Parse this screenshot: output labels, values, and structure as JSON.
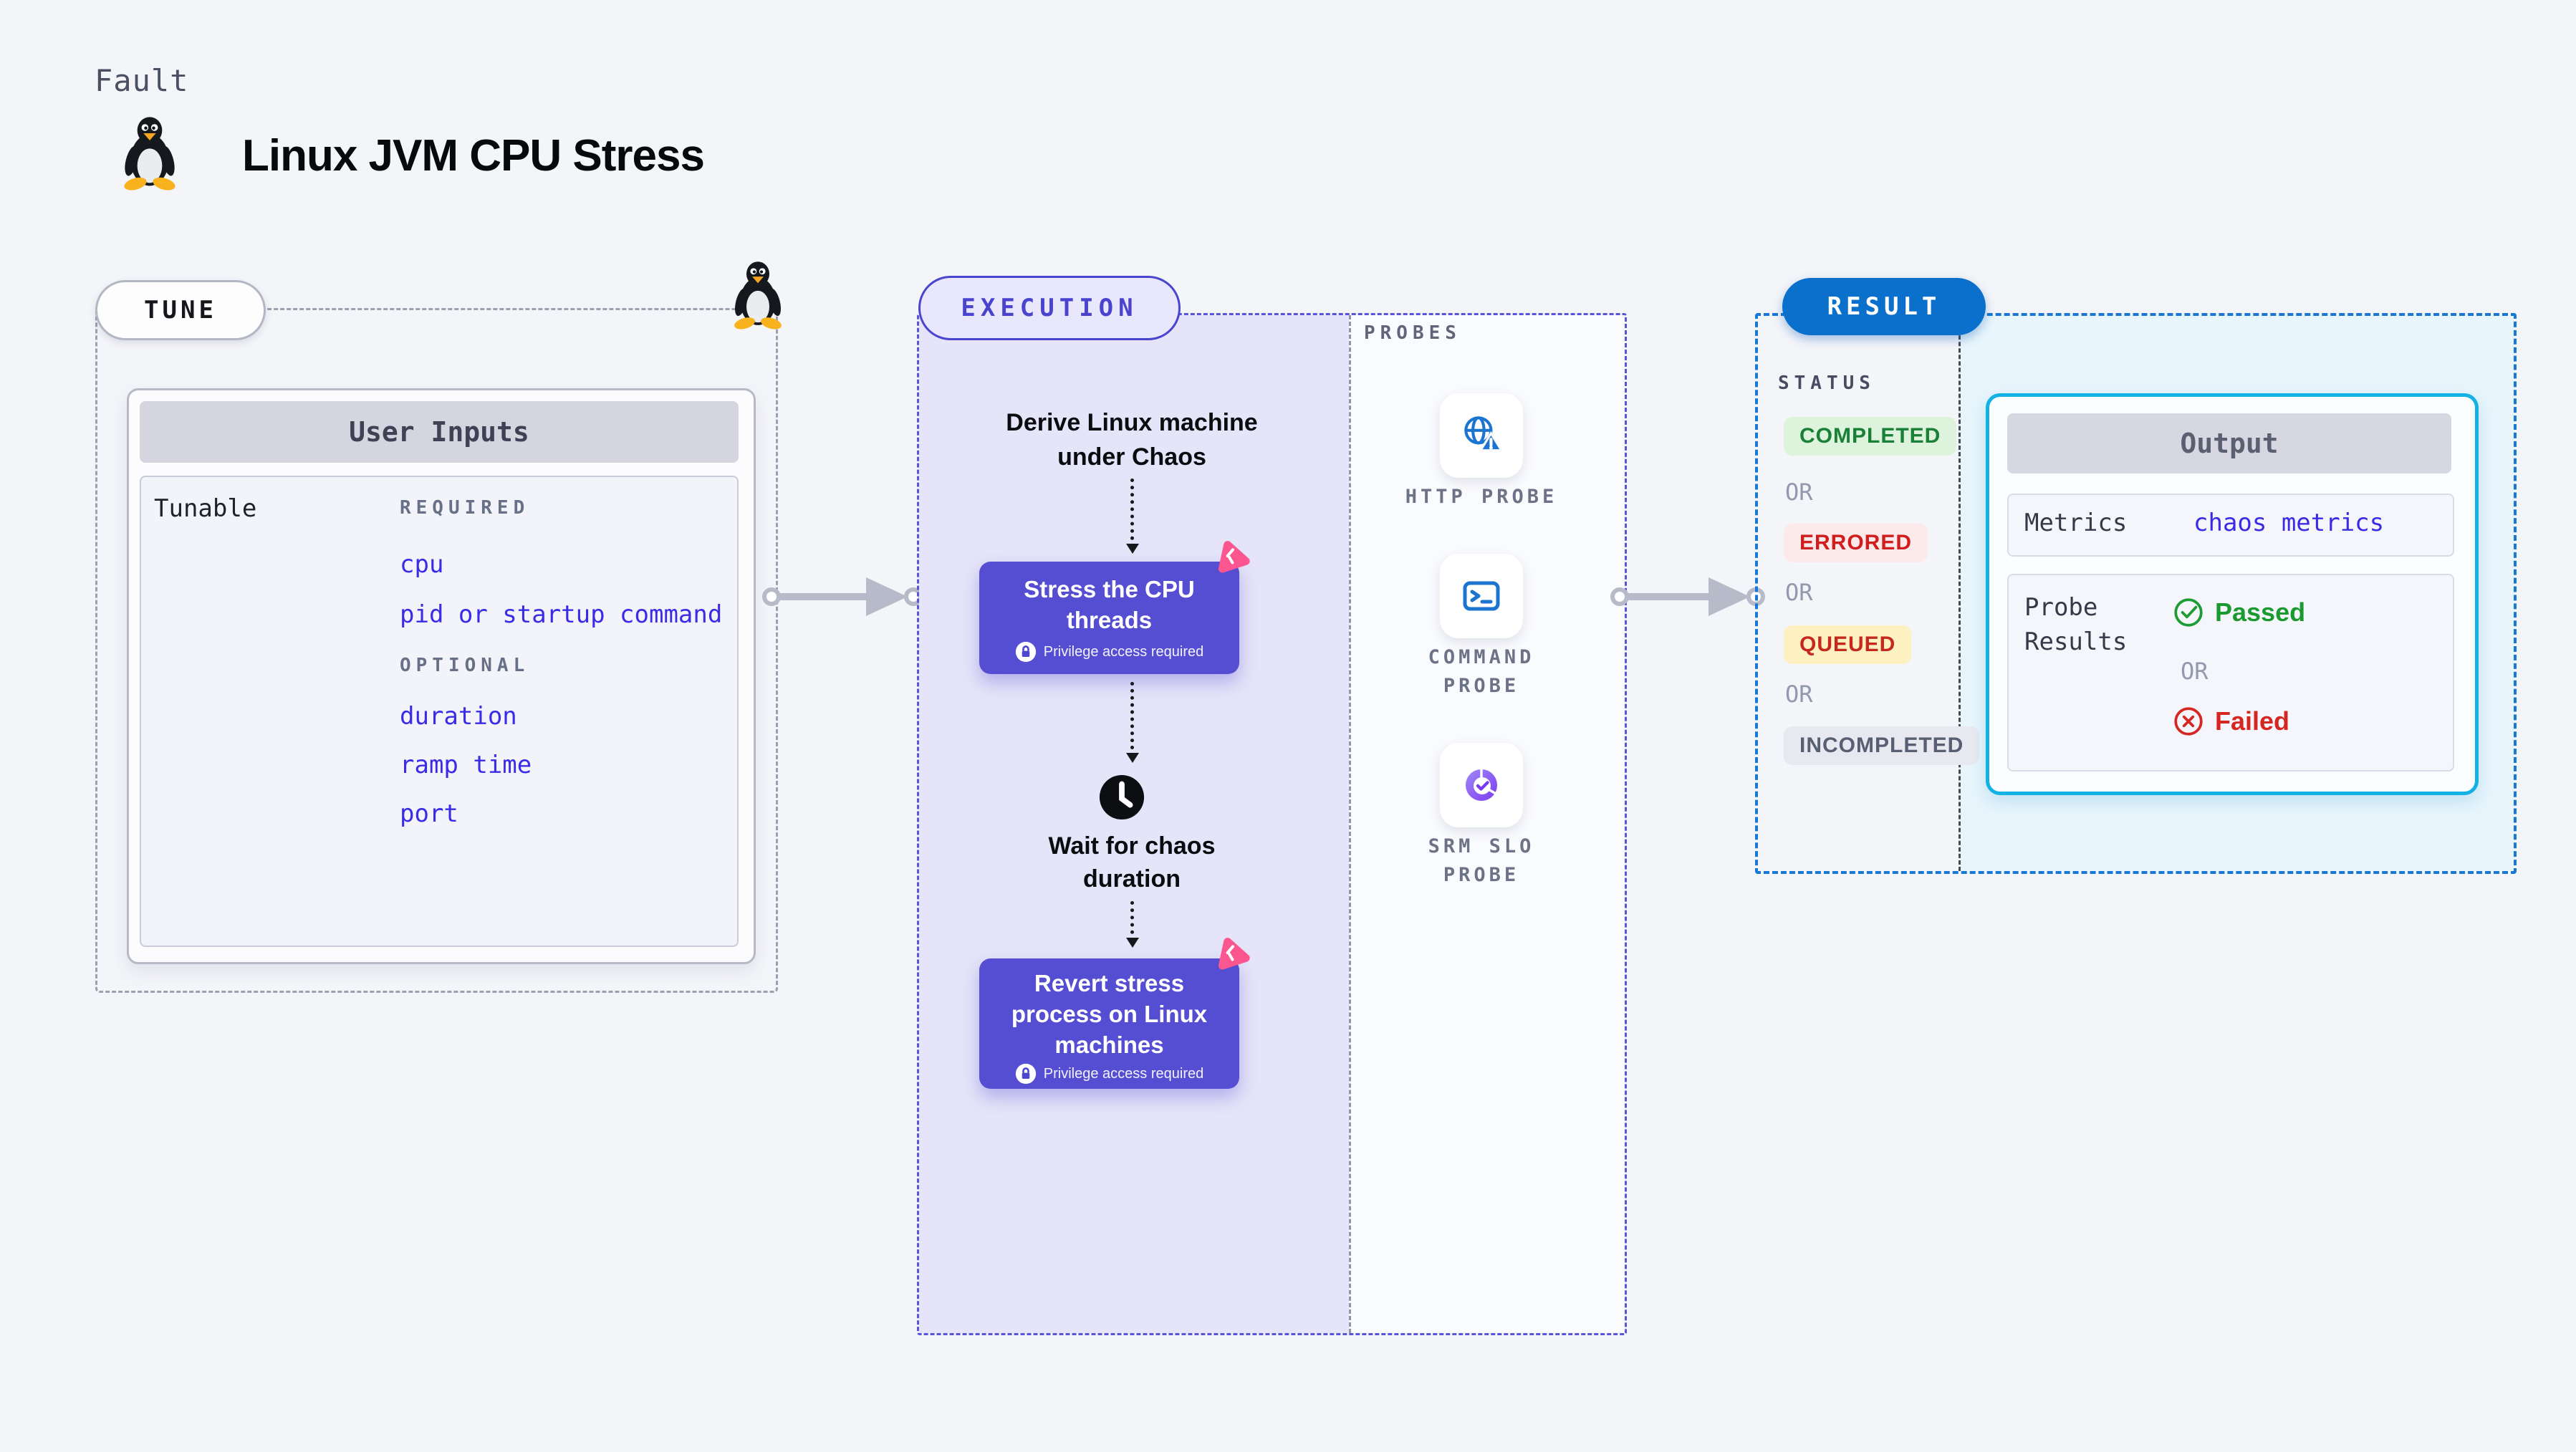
{
  "header": {
    "kicker": "Fault",
    "title": "Linux JVM CPU Stress"
  },
  "tune": {
    "badge": "TUNE",
    "card_title": "User Inputs",
    "row_label": "Tunable",
    "required_heading": "REQUIRED",
    "required_items": [
      "cpu",
      "pid or startup command"
    ],
    "optional_heading": "OPTIONAL",
    "optional_items": [
      "duration",
      "ramp time",
      "port"
    ]
  },
  "execution": {
    "badge": "EXECUTION",
    "derive_lines": [
      "Derive Linux machine",
      "under Chaos"
    ],
    "stress_lines": [
      "Stress the CPU",
      "threads"
    ],
    "wait_lines": [
      "Wait for chaos",
      "duration"
    ],
    "revert_lines": [
      "Revert stress",
      "process on Linux",
      "machines"
    ],
    "privilege_note": "Privilege access required"
  },
  "probes": {
    "heading": "PROBES",
    "items": [
      {
        "icon": "globe-alert-icon",
        "lines": [
          "HTTP PROBE",
          ""
        ]
      },
      {
        "icon": "terminal-icon",
        "lines": [
          "COMMAND",
          "PROBE"
        ]
      },
      {
        "icon": "slo-pie-icon",
        "lines": [
          "SRM SLO",
          "PROBE"
        ]
      }
    ]
  },
  "result": {
    "badge": "RESULT",
    "status_heading": "STATUS",
    "or_label": "OR",
    "statuses": [
      {
        "label": "COMPLETED",
        "kind": "completed"
      },
      {
        "label": "ERRORED",
        "kind": "errored"
      },
      {
        "label": "QUEUED",
        "kind": "queued"
      },
      {
        "label": "INCOMPLETED",
        "kind": "incompleted"
      }
    ],
    "output": {
      "title": "Output",
      "metrics_label": "Metrics",
      "metrics_value": "chaos metrics",
      "probe_results_lines": [
        "Probe",
        "Results"
      ],
      "passed_label": "Passed",
      "failed_label": "Failed"
    }
  },
  "colors": {
    "page_bg": "#f4f5f9",
    "indigo_action": "#554ed2",
    "indigo_border": "#4a45cf",
    "lavender_bg": "#e5e4f8",
    "link_blue": "#3a2be6",
    "pink_accent": "#fb568f",
    "result_blue": "#0b70cb",
    "cyan_border": "#14b1e5",
    "cyan_bg": "#e8f5fc",
    "green_pass": "#1b9a31",
    "red_fail": "#d62622",
    "arrow_gray": "#b7bac8"
  }
}
